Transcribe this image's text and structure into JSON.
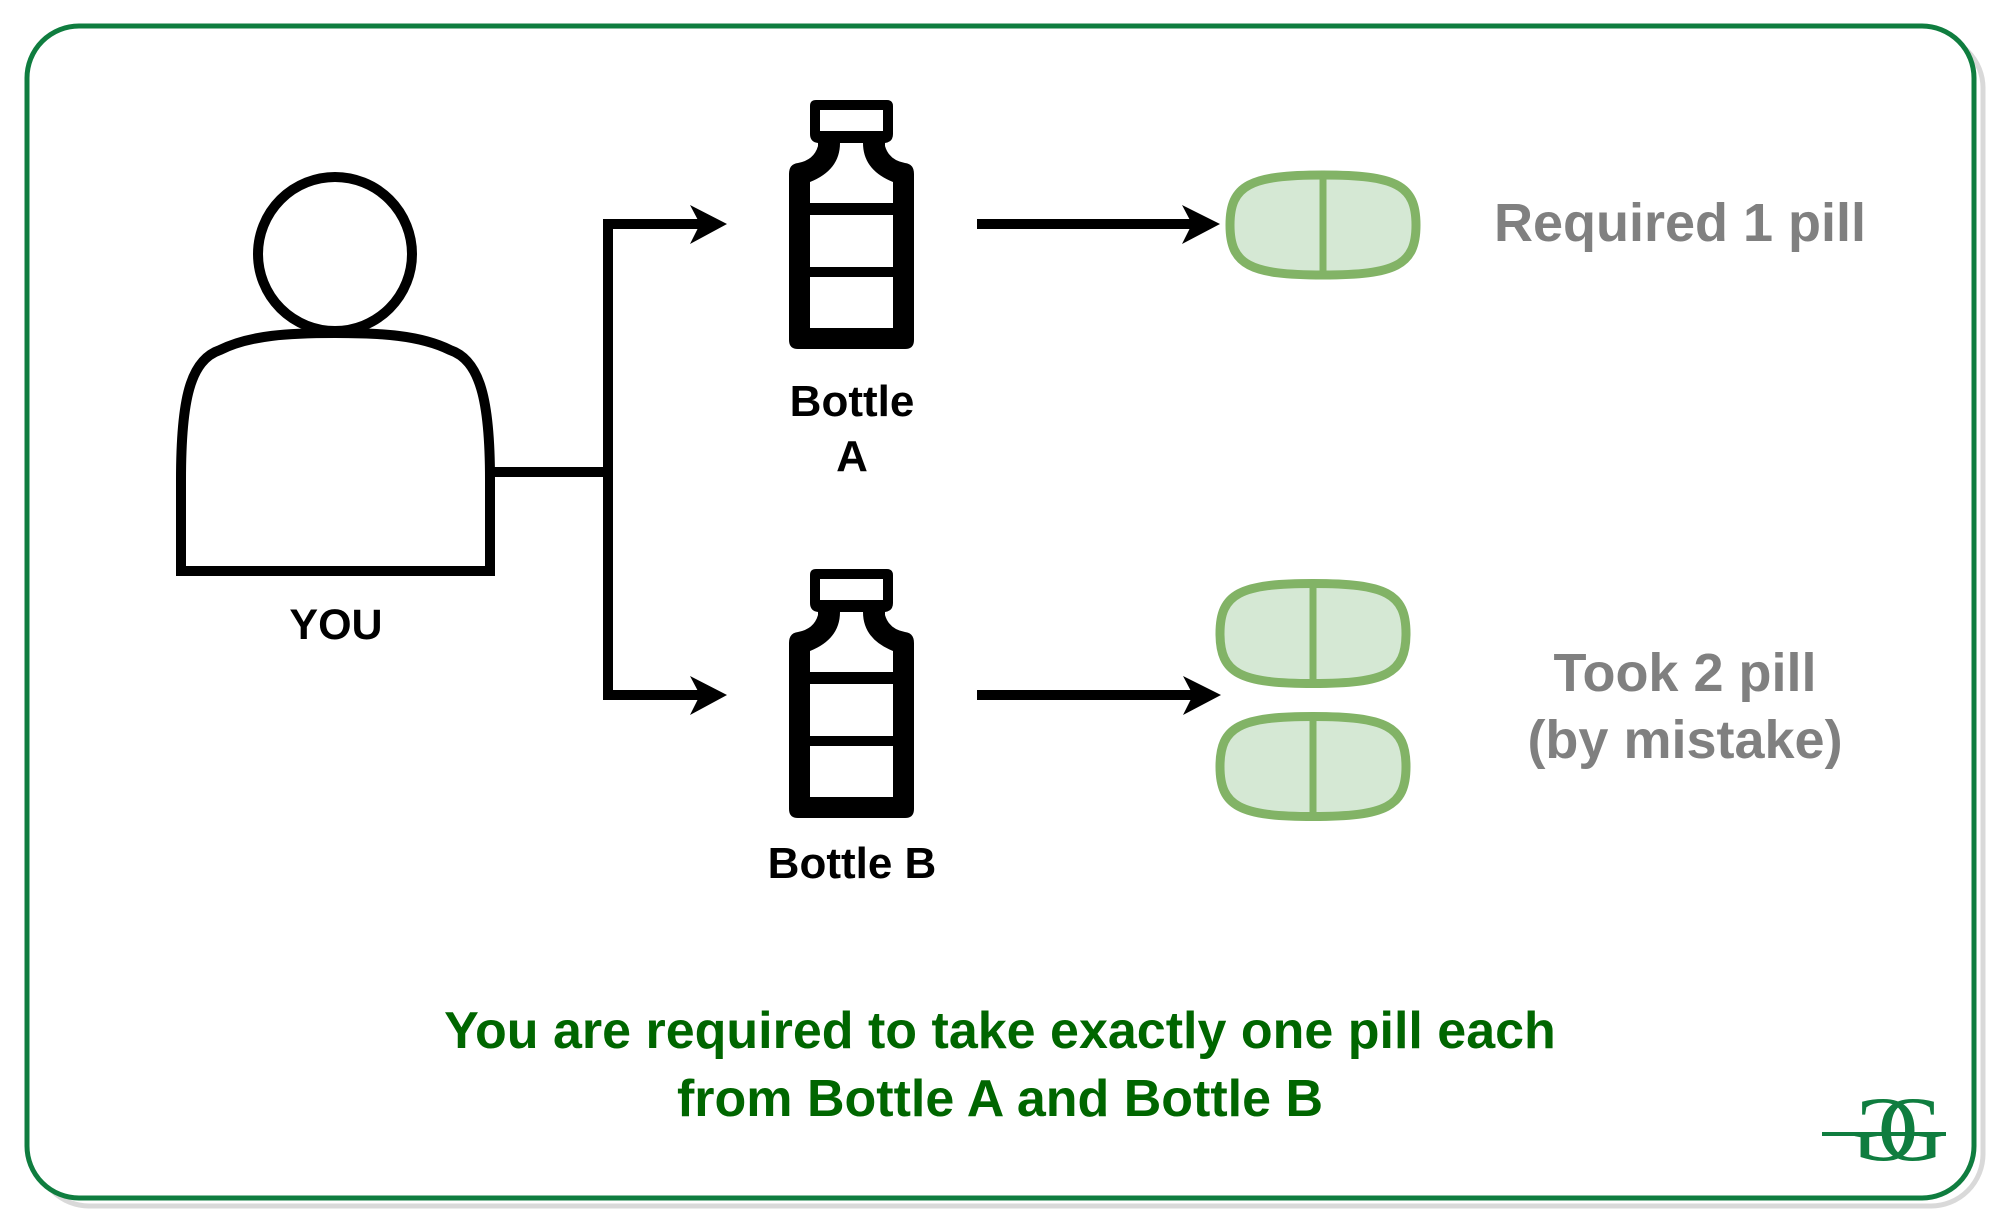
{
  "diagram": {
    "title_caption": {
      "lines": [
        "You are required to take exactly one pill each",
        "from Bottle A and Bottle B"
      ]
    },
    "person": {
      "label": "YOU",
      "icon": "person-outline-icon"
    },
    "bottles": [
      {
        "id": "bottle-a",
        "label_lines": [
          "Bottle",
          "A"
        ],
        "icon": "bottle-icon",
        "pills_taken": 1,
        "note_lines": [
          "Required 1 pill"
        ]
      },
      {
        "id": "bottle-b",
        "label_lines": [
          "Bottle B"
        ],
        "icon": "bottle-icon",
        "pills_taken": 2,
        "note_lines": [
          "Took 2 pill",
          "(by mistake)"
        ]
      }
    ],
    "logo": {
      "name": "GfG",
      "icon": "geeksforgeeks-logo-icon"
    },
    "colors": {
      "frame_border": "#0f7d3f",
      "frame_shadow": "#d9d9d9",
      "pill_stroke": "#82b366",
      "pill_fill": "#d5e8d4",
      "note_text": "#808080",
      "caption_text": "#006600",
      "line": "#000000"
    }
  }
}
